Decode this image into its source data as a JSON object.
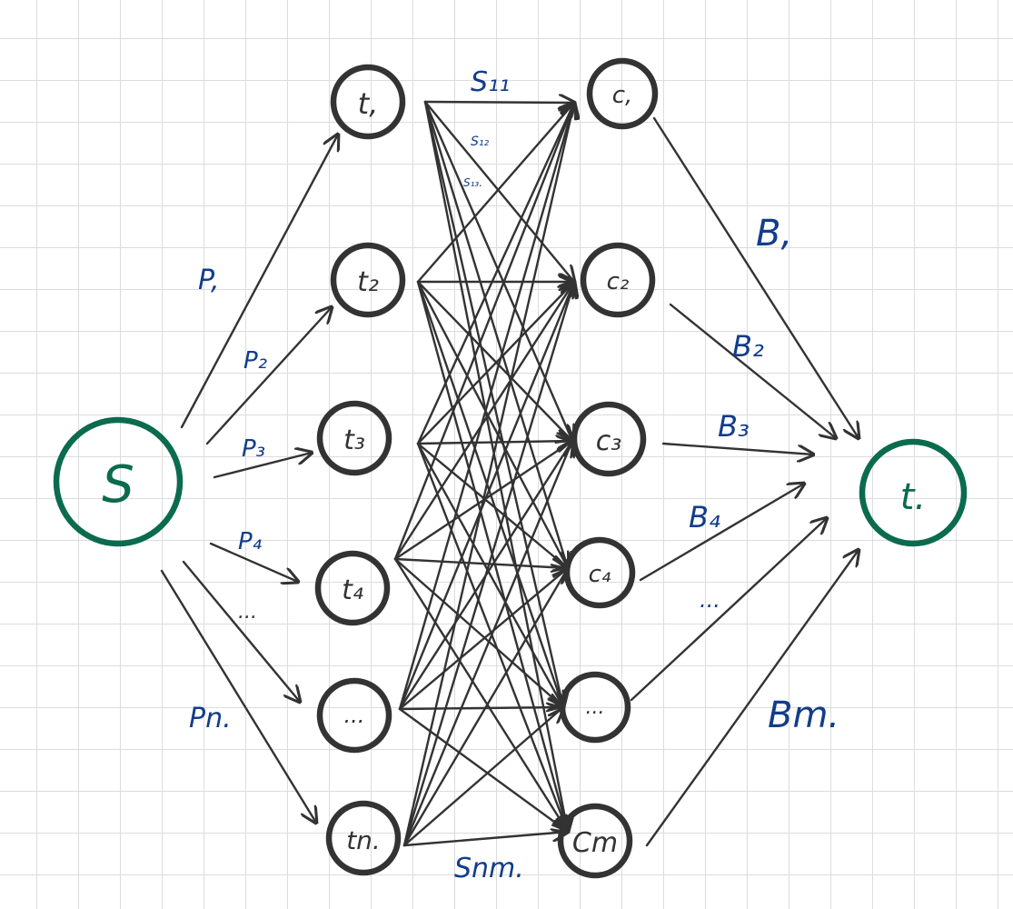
{
  "colors": {
    "ink": "#333333",
    "terminal": "#0b6b4e",
    "label": "#123d8a",
    "grid": "#dcdcdc"
  },
  "source": "S",
  "sink": "t.",
  "left_nodes": [
    "t,",
    "t₂",
    "t₃",
    "t₄",
    "...",
    "tn."
  ],
  "right_nodes": [
    "c,",
    "c₂",
    "c₃",
    "c₄",
    "...",
    "Cm"
  ],
  "source_edge_labels": [
    "P,",
    "P₂",
    "P₃",
    "P₄",
    "...",
    "Pn."
  ],
  "sink_edge_labels": [
    "B,",
    "B₂",
    "B₃",
    "B₄",
    "...",
    "Bm."
  ],
  "middle_edge_labels": [
    "S₁₁",
    "S₁₂",
    "S₁₃.",
    "Snm."
  ]
}
